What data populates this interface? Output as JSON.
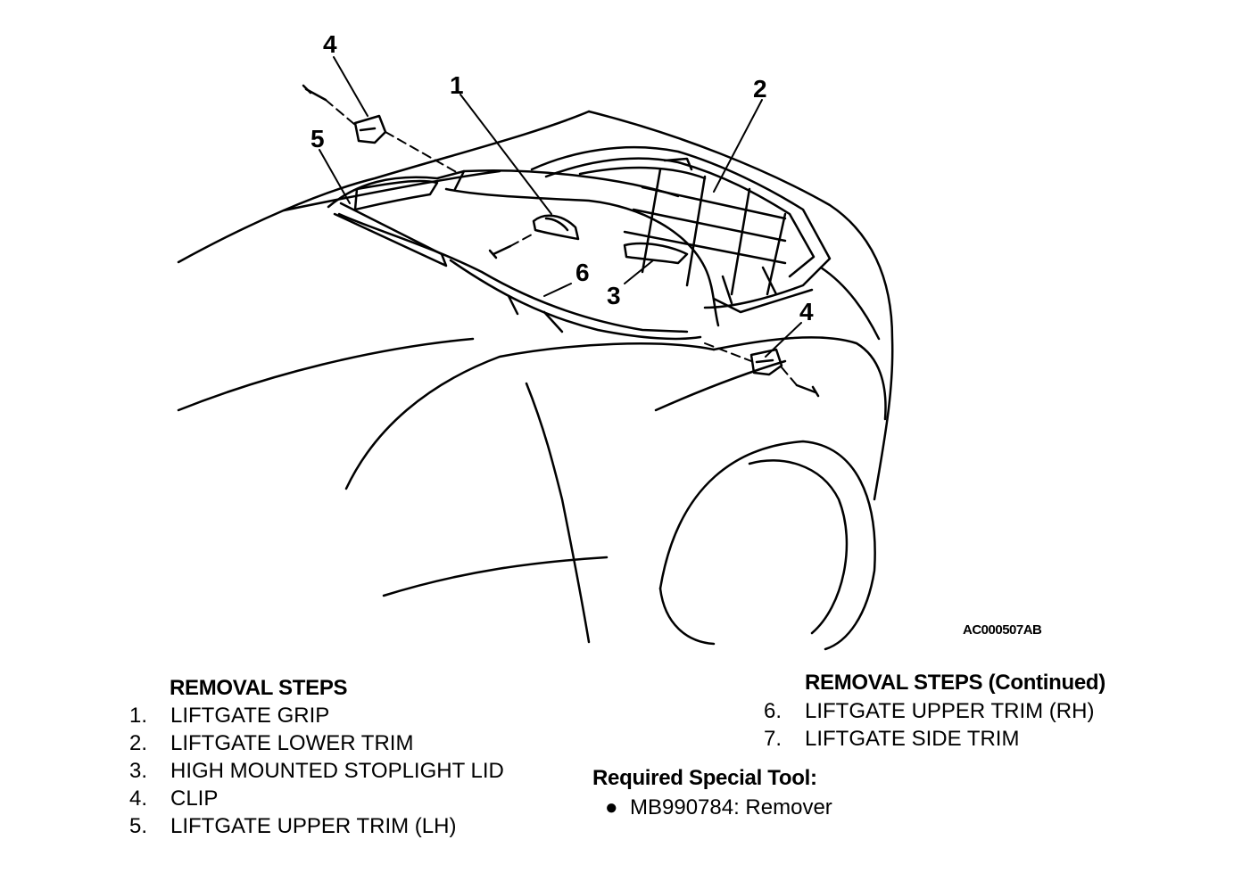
{
  "figure_code": "AC000507AB",
  "callouts": {
    "c1": "1",
    "c2": "2",
    "c3": "3",
    "c4_top": "4",
    "c4_right": "4",
    "c5": "5",
    "c6": "6"
  },
  "removal_steps": {
    "heading": "REMOVAL STEPS",
    "items": [
      {
        "num": "1.",
        "text": "LIFTGATE GRIP"
      },
      {
        "num": "2.",
        "text": "LIFTGATE LOWER TRIM"
      },
      {
        "num": "3.",
        "text": "HIGH MOUNTED STOPLIGHT LID"
      },
      {
        "num": "4.",
        "text": "CLIP"
      },
      {
        "num": "5.",
        "text": "LIFTGATE UPPER TRIM (LH)"
      }
    ]
  },
  "removal_steps_continued": {
    "heading": "REMOVAL STEPS (Continued)",
    "items": [
      {
        "num": "6.",
        "text": "LIFTGATE UPPER TRIM (RH)"
      },
      {
        "num": "7.",
        "text": "LIFTGATE SIDE TRIM"
      }
    ]
  },
  "special_tool": {
    "heading": "Required Special Tool:",
    "bullet": "●",
    "item": "MB990784: Remover"
  }
}
